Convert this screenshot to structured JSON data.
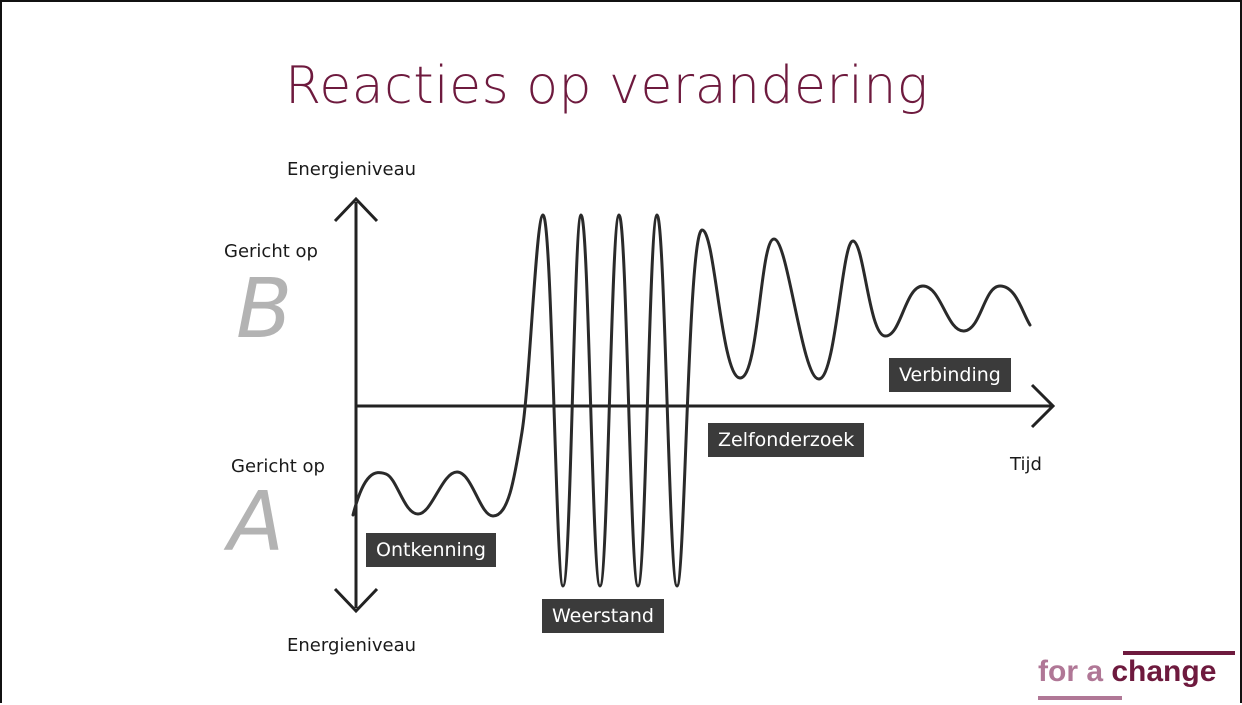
{
  "slide": {
    "title": "Reacties op verandering"
  },
  "axes": {
    "y_top_label": "Energieniveau",
    "y_bottom_label": "Energieniveau",
    "x_label": "Tijd",
    "upper_text": "Gericht op",
    "upper_letter": "B",
    "lower_text": "Gericht op",
    "lower_letter": "A"
  },
  "phases": {
    "ontkenning": "Ontkenning",
    "weerstand": "Weerstand",
    "zelfonderzoek": "Zelfonderzoek",
    "verbinding": "Verbinding"
  },
  "logo": {
    "part1": "for a ",
    "part2": "change"
  },
  "colors": {
    "title": "#6e1a3e",
    "tag_background": "#3b3b3b",
    "letter": "#b3b3b3",
    "logo_light": "#b07796",
    "logo_dark": "#6e1a3e"
  }
}
